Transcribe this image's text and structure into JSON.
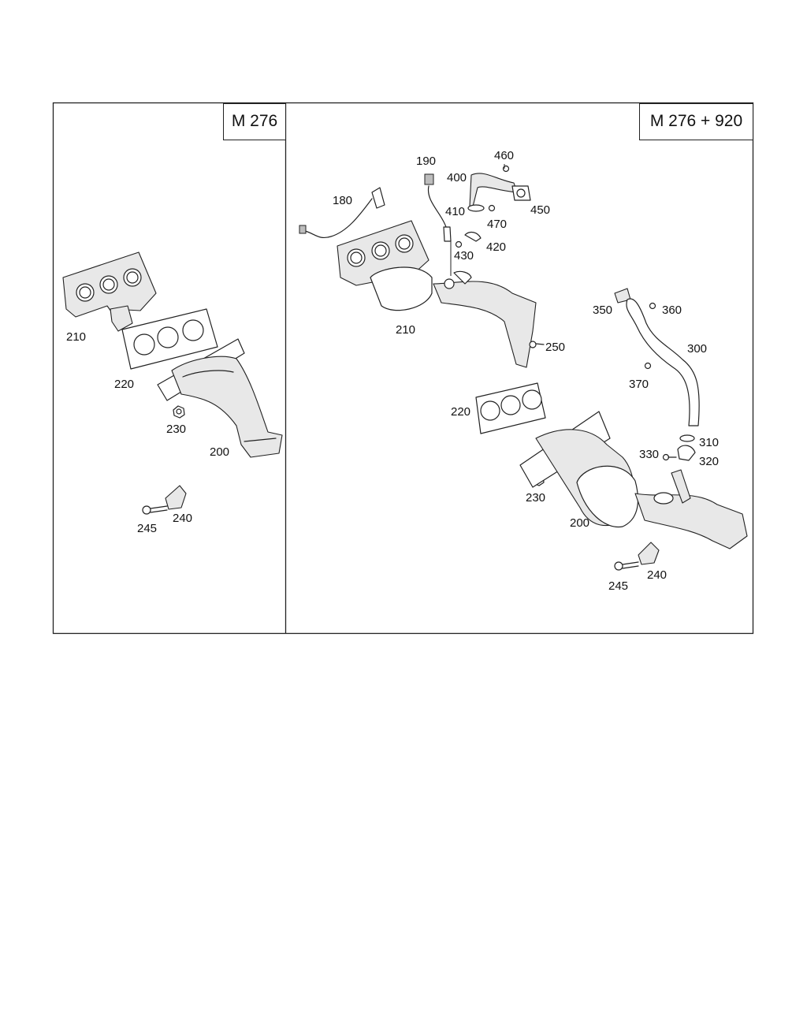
{
  "panels": {
    "left": {
      "variant": "M 276"
    },
    "right": {
      "variant": "M 276 + 920"
    }
  },
  "labels": {
    "left": [
      "210",
      "220",
      "230",
      "200",
      "245",
      "240"
    ],
    "right": [
      "180",
      "190",
      "460",
      "400",
      "410",
      "450",
      "470",
      "420",
      "430",
      "210",
      "250",
      "350",
      "360",
      "300",
      "370",
      "220",
      "310",
      "330",
      "320",
      "230",
      "200",
      "245",
      "240"
    ]
  }
}
